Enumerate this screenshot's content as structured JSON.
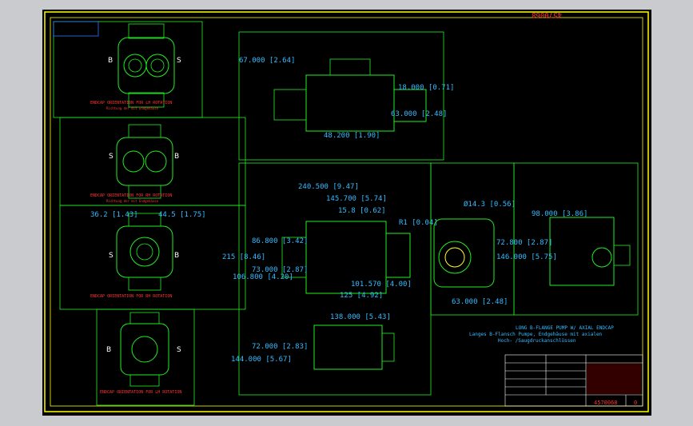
{
  "drawing_number_top": "4570068",
  "drawing_number_bottom": "4570068",
  "rev": "0",
  "views": {
    "lh_title": "ENDCAP ORIENTATION FOR LH ROTATION",
    "lh_sub": "Richtung der mit Endgehäuse",
    "rh_title": "ENDCAP ORIENTATION FOR RH ROTATION",
    "rh_sub": "Richtung der mit Endgehäuse",
    "lh2_title": "ENDCAP ORIENTATION FOR LH ROTATION",
    "rh2_title": "ENDCAP ORIENTATION FOR RH ROTATION",
    "label_b": "B",
    "label_s": "S"
  },
  "dims": {
    "d67": "67.000 [2.64]",
    "d18": "18.000 [0.71]",
    "d63": "63.000 [2.48]",
    "d48": "48.200 [1.90]",
    "d240": "240.500 [9.47]",
    "d145": "145.700 [5.74]",
    "d15": "15.8 [0.62]",
    "d36": "36.2 [1.43]",
    "d44": "44.5 [1.75]",
    "d86": "86.800 [3.42]",
    "d215": "215 [8.46]",
    "d73": "73.000 [2.87]",
    "d106": "106.800 [4.20]",
    "d101": "101.570 [4.00]",
    "d125": "125 [4.92]",
    "d138": "138.000 [5.43]",
    "d72": "72.000 [2.83]",
    "d144": "144.000 [5.67]",
    "d14": "Ø14.3 [0.56]",
    "d98": "98.000 [3.86]",
    "d72b": "72.800 [2.87]",
    "d146": "146.000 [5.75]",
    "d63b": "63.000 [2.48]",
    "dR": "R1 [0.04]"
  },
  "title_block": {
    "line1": "LONG B-FLANGE PUMP W/ AXIAL ENDCAP",
    "line2": "Langes B-Flansch Pumpe, Endgehäuse mit axialen",
    "line3": "Hoch- /Saugdruckanschlüssen"
  },
  "colors": {
    "frame": "#ffff00",
    "line": "#22ee22",
    "dim": "#33bbff",
    "title": "#ff3333"
  }
}
